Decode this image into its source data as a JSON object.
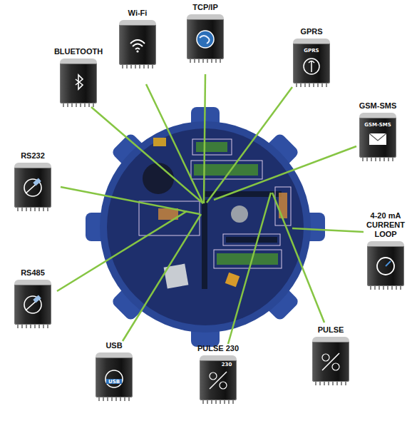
{
  "diagram": {
    "nodes": [
      {
        "text": [
          "BLUETOOTH"
        ]
      },
      {
        "text": [
          "Wi-Fi"
        ]
      },
      {
        "text": [
          "TCP/IP"
        ]
      },
      {
        "text": [
          "GPRS",
          "GPRS"
        ]
      },
      {
        "text": [
          "GSM-SMS",
          "GSM-SMS"
        ]
      },
      {
        "text": [
          "4-20 mA CURRENT LOOP"
        ]
      },
      {
        "text": [
          "PULSE"
        ]
      },
      {
        "text": [
          "PULSE 230",
          "230"
        ]
      },
      {
        "text": [
          "USB",
          "USB"
        ]
      },
      {
        "text": [
          "RS485"
        ]
      },
      {
        "text": [
          "RS232"
        ]
      }
    ]
  }
}
